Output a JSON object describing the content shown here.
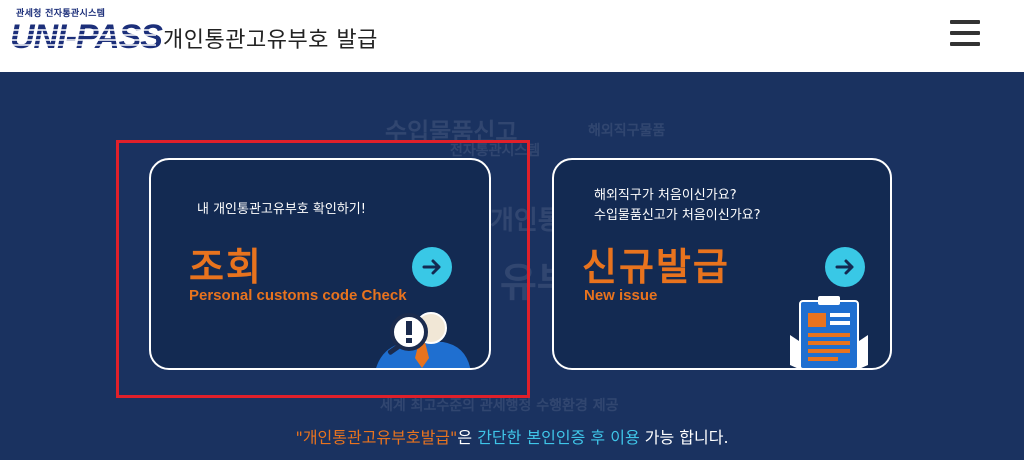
{
  "header": {
    "logo_sub": "관세청 전자통관시스템",
    "logo_main": "UNI-PASS",
    "title": "개인통관고유부호 발급",
    "menu_icon": "hamburger-menu-icon"
  },
  "background_words": [
    "수입물품신고",
    "해외직구물품",
    "전자통관시스템",
    "개인통관",
    "유부",
    "세계 최고수준의 관세행정 수행환경 제공"
  ],
  "cards": {
    "lookup": {
      "desc": "내 개인통관고유부호 확인하기!",
      "title": "조회",
      "subtitle": "Personal customs code Check",
      "arrow_icon": "arrow-right-icon",
      "illustration": "magnifier-person-icon"
    },
    "new": {
      "desc_line1": "해외직구가 처음이신가요?",
      "desc_line2": "수입물품신고가 처음이신가요?",
      "title": "신규발급",
      "subtitle": "New issue",
      "arrow_icon": "arrow-right-icon",
      "illustration": "clipboard-document-icon"
    }
  },
  "bottom_note": {
    "quoted": "\"개인통관고유부호발급\"",
    "part1": "은 ",
    "highlight": "간단한 본인인증 후 이용",
    "part2": " 가능 합니다."
  },
  "colors": {
    "background": "#1a3260",
    "card_bg": "#132a52",
    "accent_orange": "#e8731e",
    "accent_cyan": "#39c8e6",
    "highlight_red": "#e0202a"
  }
}
